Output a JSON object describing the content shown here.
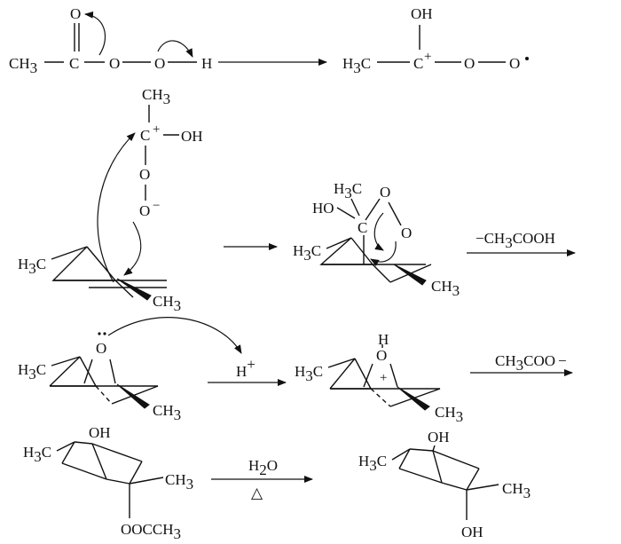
{
  "step1": {
    "peracid": {
      "ch3": "CH",
      "ch3_sub": "3",
      "c": "C",
      "o_carbonyl": "O",
      "o1": "O",
      "o2": "O",
      "h": "H"
    },
    "cation": {
      "h3c": "H",
      "h3c_sub": "3",
      "h3c_c": "C",
      "c": "C",
      "plus": "+",
      "oh": "OH",
      "o1": "O",
      "o2": "O"
    }
  },
  "step2": {
    "attacker": {
      "ch3": "CH",
      "ch3_sub": "3",
      "c": "C",
      "plus": "+",
      "oh": "OH",
      "o1": "O",
      "o2": "O",
      "minus": "−"
    },
    "alkene": {
      "h3c": "H",
      "h3c_sub": "3",
      "h3c_c": "C",
      "ch3": "CH",
      "ch3_sub": "3"
    },
    "intermediate": {
      "h3c_top": "H",
      "h3c_top_sub": "3",
      "h3c_top_c": "C",
      "ho": "HO",
      "c": "C",
      "o1": "O",
      "o2": "O",
      "h3c": "H",
      "h3c_sub": "3",
      "h3c_c": "C",
      "ch3": "CH",
      "ch3_sub": "3"
    },
    "loss_label": "−CH",
    "loss_sub": "3",
    "loss_rest": "COOH"
  },
  "step3": {
    "epoxide": {
      "o": "O",
      "h3c": "H",
      "h3c_sub": "3",
      "h3c_c": "C",
      "ch3": "CH",
      "ch3_sub": "3"
    },
    "proton": {
      "h": "H",
      "plus": "+"
    },
    "protonated": {
      "h": "H",
      "o": "O",
      "plus": "+",
      "h3c": "H",
      "h3c_sub": "3",
      "h3c_c": "C",
      "ch3": "CH",
      "ch3_sub": "3"
    },
    "acetate_label": "CH",
    "acetate_sub": "3",
    "acetate_rest": "COO",
    "acetate_minus": "−"
  },
  "step4": {
    "ester": {
      "oh": "OH",
      "h3c": "H",
      "h3c_sub": "3",
      "h3c_c": "C",
      "ch3": "CH",
      "ch3_sub": "3",
      "ooc": "OOCCH",
      "ooc_sub": "3"
    },
    "water": "H",
    "water_sub": "2",
    "water_o": "O",
    "heat": "△",
    "diol": {
      "oh_top": "OH",
      "h3c": "H",
      "h3c_sub": "3",
      "h3c_c": "C",
      "ch3": "CH",
      "ch3_sub": "3",
      "oh_bottom": "OH"
    }
  }
}
